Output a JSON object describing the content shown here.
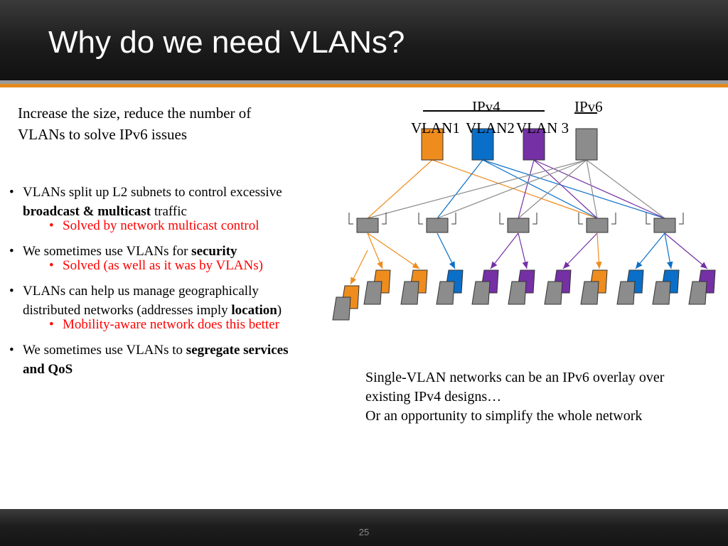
{
  "slide": {
    "title": "Why do we need VLANs?",
    "page_number": "25",
    "intro": "Increase the size, reduce the number of VLANs to solve IPv6 issues"
  },
  "bullets": [
    {
      "pre": "VLANs split up L2 subnets to control excessive ",
      "bold": "broadcast & multicast",
      "post": " traffic",
      "sub": "Solved by network multicast control"
    },
    {
      "pre": "We sometimes use VLANs for ",
      "bold": "security",
      "post": "",
      "sub": "Solved (as well as it was by VLANs)"
    },
    {
      "pre": "VLANs can help us manage geographically distributed networks (addresses imply ",
      "bold": "location",
      "post": ")",
      "sub": "Mobility-aware network does this better"
    },
    {
      "pre": "We sometimes use VLANs to ",
      "bold": "segregate services and QoS",
      "post": "",
      "sub": ""
    }
  ],
  "diagram": {
    "group_labels": {
      "ipv4": "IPv4",
      "ipv6": "IPv6"
    },
    "vlan_labels": {
      "vlan1": "VLAN1",
      "vlan2": "VLAN2",
      "vlan3": "VLAN 3"
    },
    "colors": {
      "orange": "#ee8c1e",
      "blue": "#0a6fc8",
      "purple": "#7430a4",
      "gray": "#8c8c8c"
    }
  },
  "caption": {
    "line1": "Single-VLAN networks can be an IPv6 overlay over existing IPv4 designs…",
    "line2": "Or an opportunity to simplify the whole network"
  }
}
